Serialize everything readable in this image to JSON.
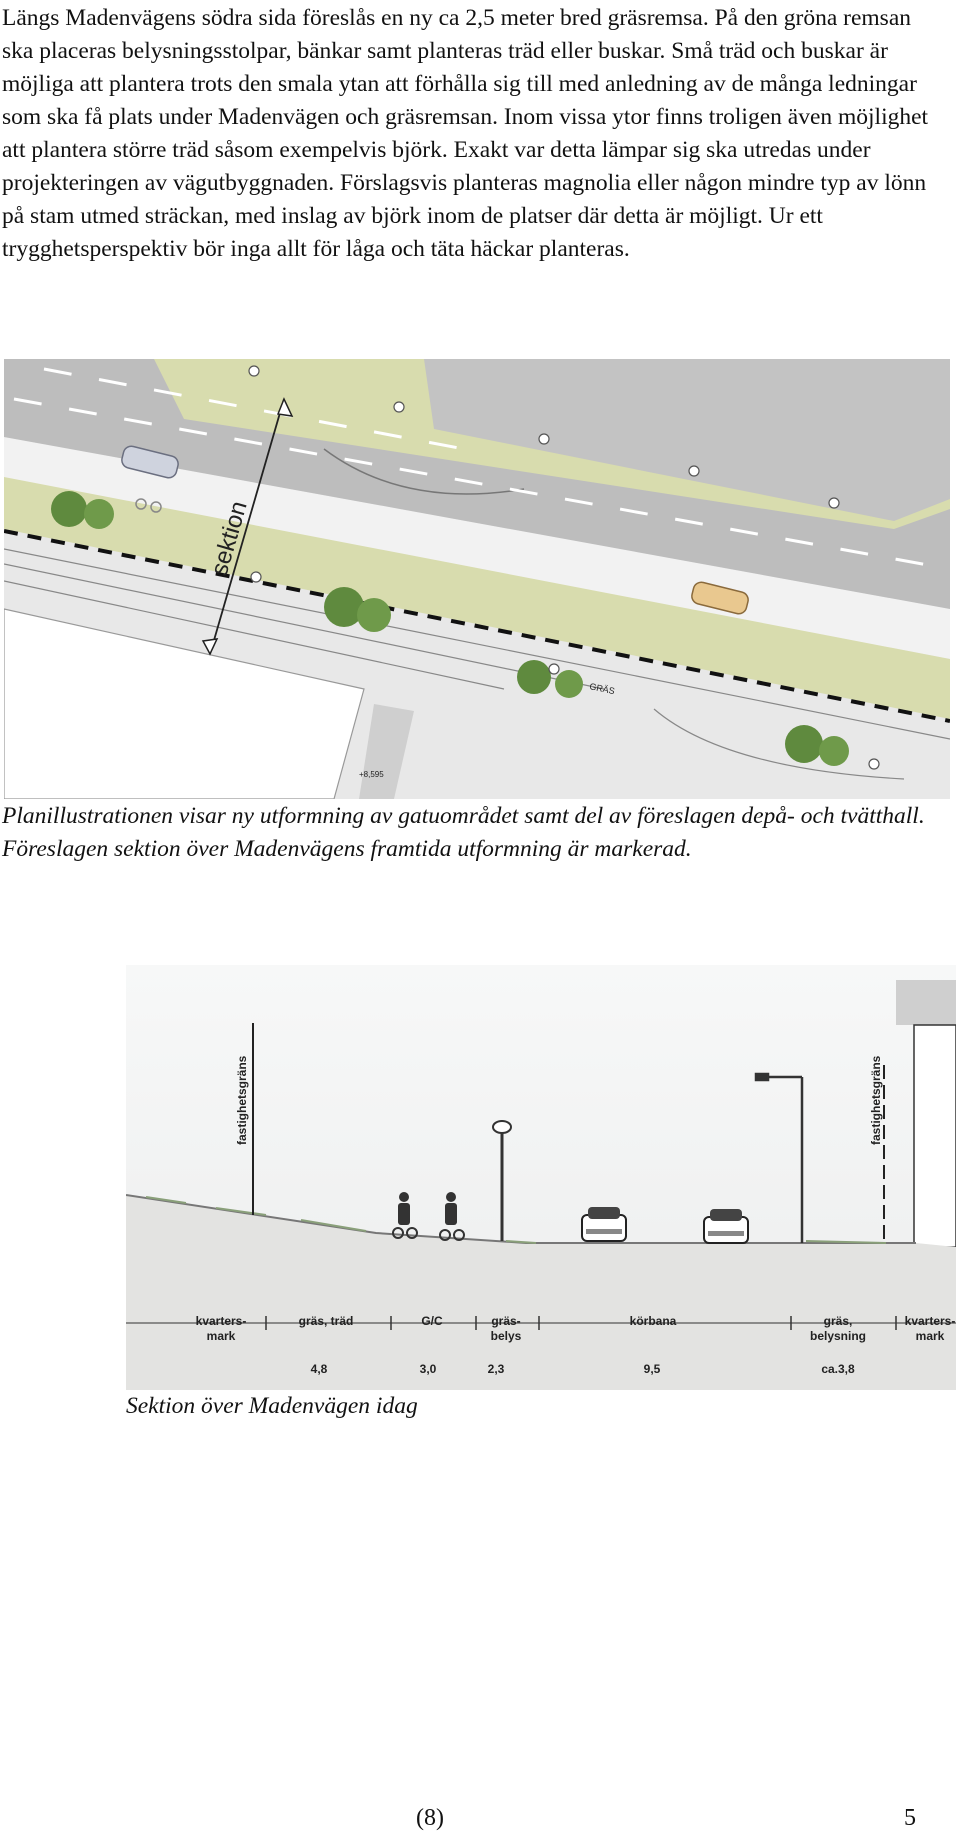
{
  "body_text": "Längs Madenvägens södra sida föreslås en ny ca 2,5 meter bred gräsremsa. På den gröna remsan ska placeras belysningsstolpar, bänkar samt planteras träd eller buskar.  Små träd och buskar är möjliga att plantera trots den smala ytan att förhålla sig till med anledning av de många ledningar som ska få plats under Madenvägen och gräsremsan. Inom vissa ytor finns troligen även möjlighet att plantera större träd såsom exempelvis björk. Exakt var detta lämpar sig ska utredas under projekteringen av vägutbyggnaden. Förslagsvis planteras magnolia eller någon mindre typ av lönn på stam utmed sträckan, med inslag av björk inom de platser där detta är möjligt. Ur ett trygghetsperspektiv bör inga allt för låga och täta häckar planteras.",
  "plan": {
    "section_label": "sektion",
    "grass_label": "GRÄS",
    "elevation_label": "+8,595",
    "colors": {
      "road": "#bdbdbd",
      "grass": "#d8dcae",
      "pavement": "#f1f1f1",
      "tree": "#5f8a3e"
    }
  },
  "plan_caption": "Planillustrationen visar ny utformning av gatuområdet samt del av föreslagen depå- och tvätthall. Föreslagen sektion över Madenvägens framtida utformning är markerad.",
  "section": {
    "boundary_left": "fastighetsgräns",
    "boundary_right": "fastighetsgräns",
    "zones": [
      {
        "line1": "kvarters-",
        "line2": "mark"
      },
      {
        "line1": "gräs, träd",
        "line2": ""
      },
      {
        "line1": "G/C",
        "line2": ""
      },
      {
        "line1": "gräs-",
        "line2": "belys"
      },
      {
        "line1": "körbana",
        "line2": ""
      },
      {
        "line1": "gräs,",
        "line2": "belysning"
      },
      {
        "line1": "kvarters-",
        "line2": "mark"
      }
    ],
    "widths": [
      "4,8",
      "3,0",
      "2,3",
      "9,5",
      "ca.3,8"
    ]
  },
  "section_caption": "Sektion över Madenvägen idag",
  "footer": {
    "center": "(8)",
    "page_number": "5"
  }
}
